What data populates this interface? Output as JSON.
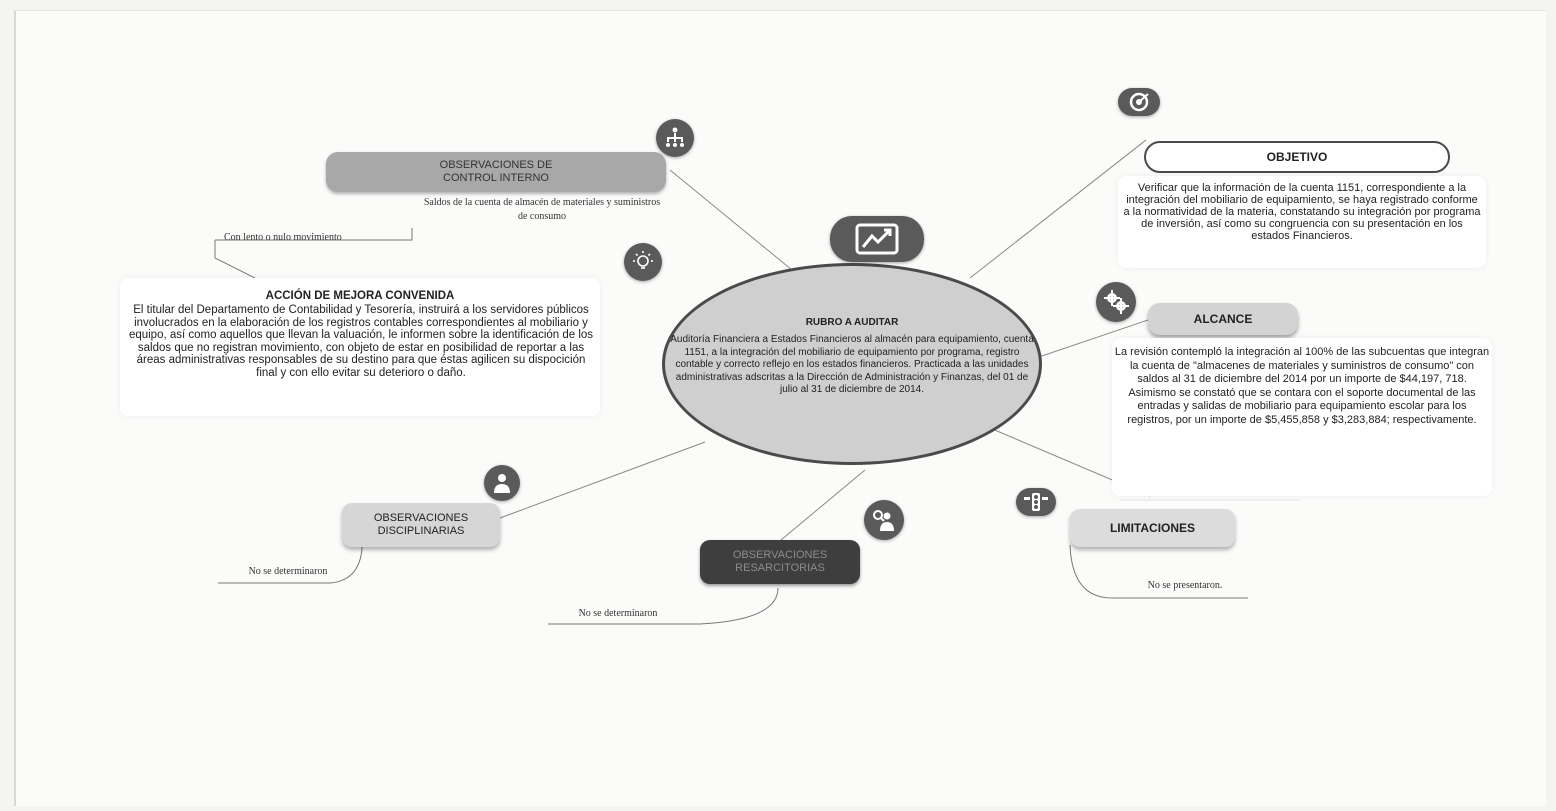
{
  "center": {
    "title": "RUBRO A AUDITAR",
    "body": "Auditoría Financiera a Estados Financieros al almacén para equipamiento, cuenta 1151, a la integración del mobiliario de equipamiento por programa, registro contable y correcto reflejo en los estados financieros. Practicada a las unidades administrativas adscritas a la Dirección de Administración y Finanzas, del 01 de julio al 31 de diciembre de 2014."
  },
  "objetivo": {
    "label": "OBJETIVO",
    "body": "Verificar que la información de la cuenta 1151, correspondiente a la integración del mobiliario de equipamiento, se haya registrado conforme a la normatividad de la materia, constatando su integración por programa de inversión, así como su congruencia con su presentación en los estados Financieros."
  },
  "alcance": {
    "label": "ALCANCE",
    "body": "La revisión contempló la integración al 100% de las subcuentas que integran la cuenta de \"almacenes de materiales y suministros de consumo\" con saldos al 31 de diciembre del 2014 por un importe de $44,197, 718. Asimismo se constató que se contara con el soporte documental de las entradas y salidas de mobiliario para equipamiento escolar para los registros, por un importe de $5,455,858 y $3,283,884; respectivamente."
  },
  "limitaciones": {
    "label": "LIMITACIONES",
    "note": "No se presentaron."
  },
  "control_interno": {
    "label": "OBSERVACIONES DE CONTROL INTERNO",
    "note": "Saldos de la  cuenta de almacén de materiales y suministros de consumo",
    "note2": "Con lento o nulo movimiento"
  },
  "accion": {
    "title": "ACCIÓN DE MEJORA CONVENIDA",
    "body": "El titular del Departamento de Contabilidad y Tesorería, instruirá a los servidores públicos involucrados en la elaboración de los registros contables correspondientes al mobiliario y equipo, así como aquellos que llevan la valuación, le informen sobre la identificación de los saldos  que no registran movimiento, con objeto de estar en posibilidad de reportar a las áreas administrativas responsables de su destino para que éstas agilicen su dispocición final y con ello evitar su deterioro o daño."
  },
  "disciplinarias": {
    "label": "OBSERVACIONES DISCIPLINARIAS",
    "note": "No se determinaron"
  },
  "resarcitorias": {
    "label": "OBSERVACIONES RESARCITORIAS",
    "note": "No se determinaron"
  },
  "icons": [
    "hierarchy-icon",
    "lightbulb-icon",
    "growth-chart-icon",
    "target-icon",
    "gears-icon",
    "traffic-light-icon",
    "person-icon",
    "magnifier-person-icon"
  ],
  "colors": {
    "control_pill": "#a8a8a8",
    "resarcitorias_pill": "#3e3e3e",
    "center_ring": "#4a4a4a",
    "center_fill": "#cfcfcf",
    "icon_bg": "#5a5a5a"
  }
}
